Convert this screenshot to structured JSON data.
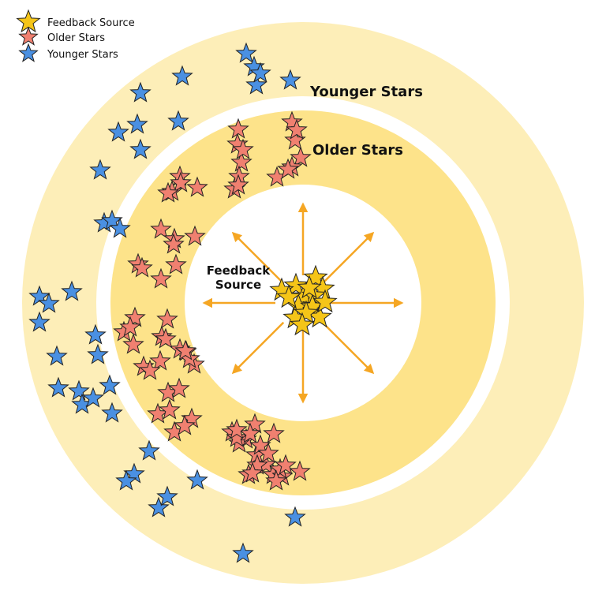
{
  "legend": {
    "items": [
      {
        "key": "feedback",
        "label": "Feedback Source",
        "color": "#f5c518"
      },
      {
        "key": "older",
        "label": "Older Stars",
        "color": "#f08070"
      },
      {
        "key": "younger",
        "label": "Younger Stars",
        "color": "#4a90e2"
      }
    ]
  },
  "labels": {
    "younger_ring": "Younger Stars",
    "older_ring": "Older Stars",
    "center_line1": "Feedback",
    "center_line2": "Source"
  },
  "colors": {
    "outer_ring": "#fdeeb8",
    "inner_ring": "#fde38a",
    "arrows": "#f5a623",
    "star_stroke": "#222222"
  },
  "star_counts": {
    "feedback": 15,
    "older": 70,
    "younger": 36
  }
}
